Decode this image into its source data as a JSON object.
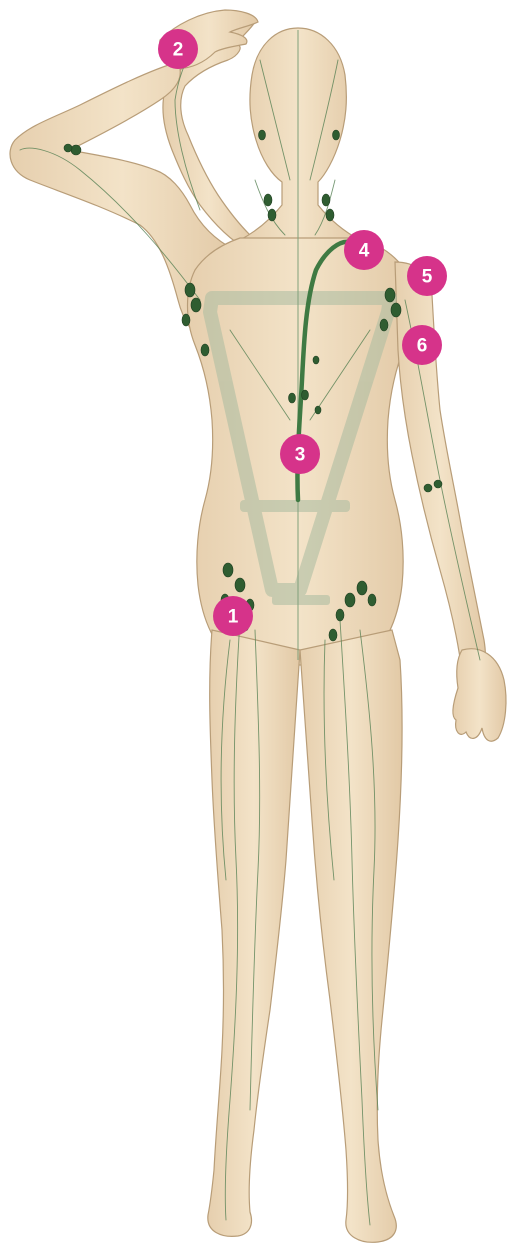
{
  "diagram": {
    "subject": "lymphatic-system",
    "colors": {
      "skin": "#efdcbf",
      "skin_shade": "#d9c29f",
      "skin_outline": "#b89d78",
      "vessel": "#3f7a43",
      "node": "#2f5d31",
      "duct_band": "#a9bba0",
      "marker": "#d6338a",
      "marker_text": "#ffffff"
    },
    "markers": [
      {
        "id": "1",
        "label": "1"
      },
      {
        "id": "2",
        "label": "2"
      },
      {
        "id": "3",
        "label": "3"
      },
      {
        "id": "4",
        "label": "4"
      },
      {
        "id": "5",
        "label": "5"
      },
      {
        "id": "6",
        "label": "6"
      }
    ]
  }
}
